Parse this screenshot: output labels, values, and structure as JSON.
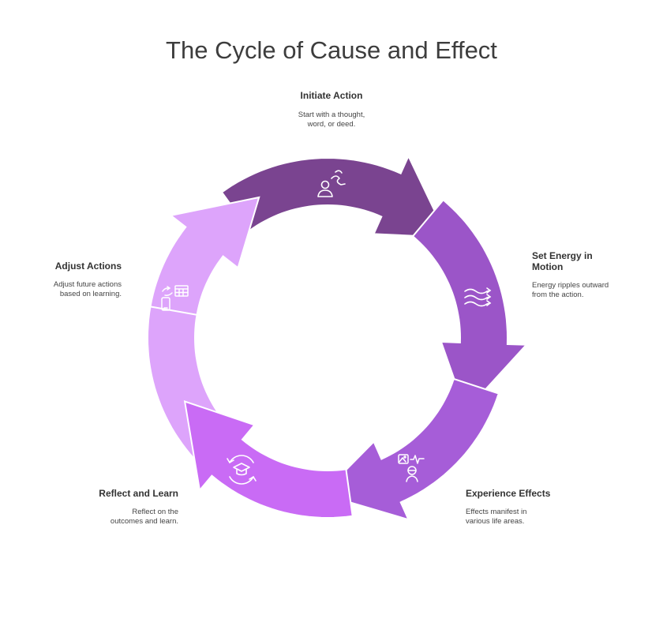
{
  "title": "The Cycle of Cause and Effect",
  "colors": {
    "initiate": "#7a4490",
    "energy": "#9b55c8",
    "experience": "#a65dd8",
    "reflect": "#c96bf5",
    "adjust": "#dda4fb",
    "text": "#333333",
    "icon": "#ffffff"
  },
  "steps": {
    "initiate": {
      "title": "Initiate Action",
      "desc1": "Start with a thought,",
      "desc2": "word, or deed.",
      "icon": "person-footsteps-icon"
    },
    "energy": {
      "title1": "Set Energy in",
      "title2": "Motion",
      "desc1": "Energy ripples outward",
      "desc2": "from the action.",
      "icon": "waves-icon"
    },
    "experience": {
      "title": "Experience Effects",
      "desc1": "Effects manifest in",
      "desc2": "various life areas.",
      "icon": "life-effects-icon"
    },
    "reflect": {
      "title": "Reflect and Learn",
      "desc1": "Reflect on the",
      "desc2": "outcomes and learn.",
      "icon": "graduation-cycle-icon"
    },
    "adjust": {
      "title": "Adjust Actions",
      "desc1": "Adjust future actions",
      "desc2": "based on learning.",
      "icon": "phone-calendar-icon"
    }
  }
}
